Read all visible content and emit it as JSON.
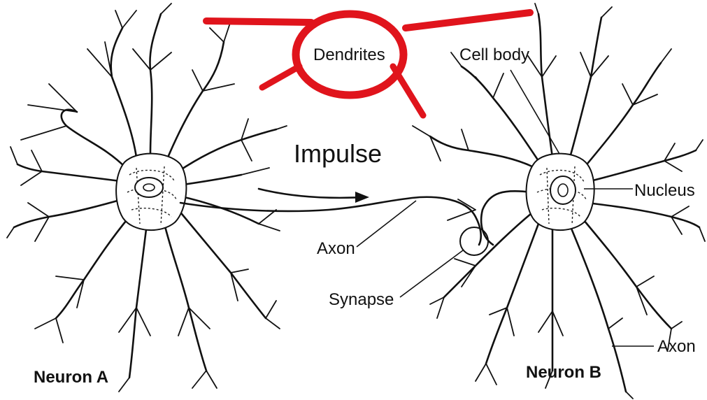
{
  "diagram": {
    "labels": {
      "dendrites": "Dendrites",
      "cell_body": "Cell body",
      "impulse": "Impulse",
      "nucleus": "Nucleus",
      "axon_a": "Axon",
      "synapse": "Synapse",
      "axon_b": "Axon",
      "neuron_a": "Neuron A",
      "neuron_b": "Neuron B"
    },
    "annotation_color": "#e0141c"
  }
}
